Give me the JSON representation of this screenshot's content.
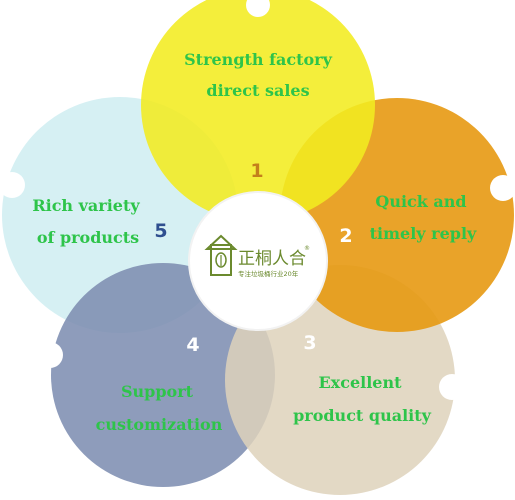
{
  "diagram": {
    "center": {
      "logo_text": "正桐人合",
      "logo_subtitle": "专注垃圾桶行业20年",
      "logo_mark": "®"
    },
    "petals": [
      {
        "number": "1",
        "lines": [
          "Strength factory",
          "direct sales"
        ],
        "color": "#f3ec21",
        "number_color": "#c47f1b"
      },
      {
        "number": "2",
        "lines": [
          "Quick and",
          "timely reply"
        ],
        "color": "#e79a12",
        "number_color": "#ffffff"
      },
      {
        "number": "3",
        "lines": [
          "Excellent",
          "product quality"
        ],
        "color": "#dfd3bc",
        "number_color": "#ffffff"
      },
      {
        "number": "4",
        "lines": [
          "Support",
          "customization"
        ],
        "color": "#7f8fb2",
        "number_color": "#ffffff"
      },
      {
        "number": "5",
        "lines": [
          "Rich variety",
          "of products"
        ],
        "color": "#cfeef2",
        "number_color": "#2f4f8f"
      }
    ]
  }
}
